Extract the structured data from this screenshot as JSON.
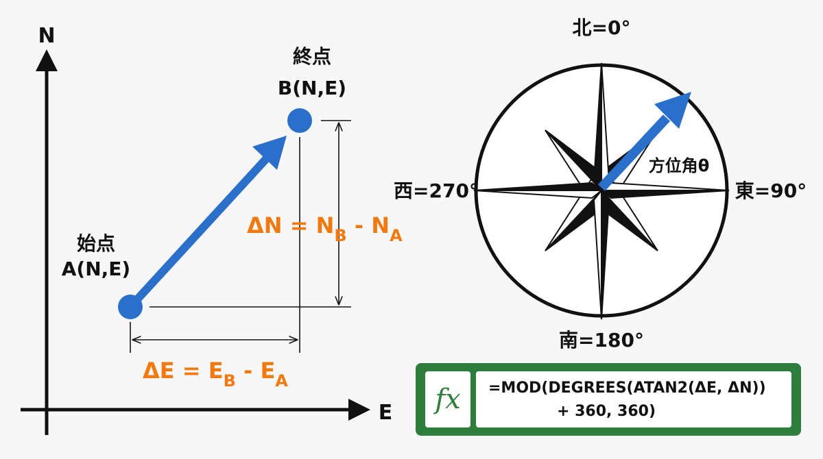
{
  "axes": {
    "north": "N",
    "east": "E"
  },
  "start_point": {
    "label": "始点",
    "coords": "A(N,E)"
  },
  "end_point": {
    "label": "終点",
    "coords": "B(N,E)"
  },
  "delta_n": {
    "text": "ΔN = N",
    "sub_b": "B",
    "mid": " - N",
    "sub_a": "A"
  },
  "delta_e": {
    "text": "ΔE = E",
    "sub_b": "B",
    "mid": " - E",
    "sub_a": "A"
  },
  "compass": {
    "north": "北=0°",
    "east": "東=90°",
    "south": "南=180°",
    "west": "西=270°",
    "azimuth": "方位角θ"
  },
  "formula": {
    "fx": "fx",
    "line1": "=MOD(DEGREES(ATAN2(ΔE, ΔN))",
    "line2": "+ 360, 360)"
  },
  "colors": {
    "arrow": "#2a6fc9",
    "accent": "#f07a10",
    "formula_bg": "#2e7d3c"
  }
}
